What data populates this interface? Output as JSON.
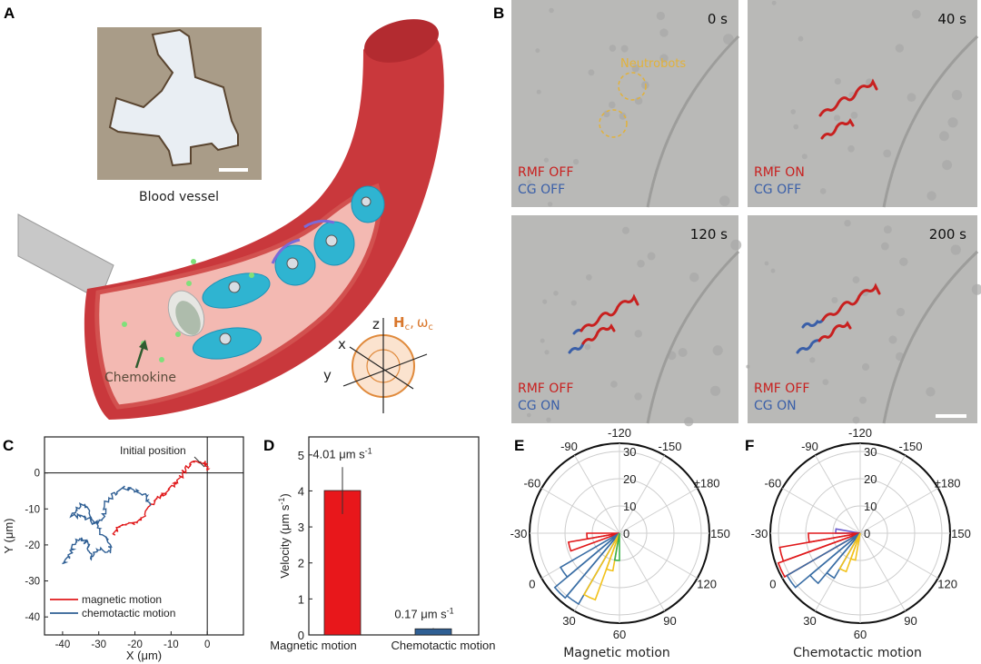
{
  "panel_labels": {
    "a": "A",
    "b": "B",
    "c": "C",
    "d": "D",
    "e": "E",
    "f": "F"
  },
  "panel_a": {
    "inset_caption": "Blood vessel",
    "chemokine_label": "Chemokine",
    "axis_z": "z",
    "axis_x": "x",
    "axis_y": "y",
    "field_H": "H",
    "field_H_sub": "c",
    "field_sep": ",",
    "field_omega": "ω",
    "field_omega_sub": "c"
  },
  "panel_b": {
    "frames": [
      {
        "time": "0 s",
        "rmf": "RMF OFF",
        "cg": "CG OFF"
      },
      {
        "time": "40 s",
        "rmf": "RMF ON",
        "cg": "CG OFF"
      },
      {
        "time": "120 s",
        "rmf": "RMF OFF",
        "cg": "CG ON"
      },
      {
        "time": "200 s",
        "rmf": "RMF OFF",
        "cg": "CG ON"
      }
    ],
    "neutrobots_label": "Neutrobots",
    "colors": {
      "rmf": "#c8201f",
      "cg": "#3a5fa8",
      "neutrobots": "#e2b23a"
    }
  },
  "chart_data": [
    {
      "type": "line",
      "panel": "C",
      "xlabel": "X (μm)",
      "ylabel": "Y (μm)",
      "xlim": [
        -45,
        10
      ],
      "ylim": [
        -45,
        10
      ],
      "xticks": [
        -40,
        -30,
        -20,
        -10,
        0
      ],
      "yticks": [
        0,
        -10,
        -20,
        -30,
        -40
      ],
      "annotation": "Initial position",
      "legend_position": "bottom-left",
      "series": [
        {
          "name": "magnetic motion",
          "color": "#e0191b",
          "points": [
            [
              0,
              1
            ],
            [
              -1,
              3
            ],
            [
              -4,
              3
            ],
            [
              -6,
              1
            ],
            [
              -8,
              -2
            ],
            [
              -10,
              -4
            ],
            [
              -12,
              -6
            ],
            [
              -14,
              -7
            ],
            [
              -16,
              -9
            ],
            [
              -18,
              -13
            ],
            [
              -21,
              -14
            ],
            [
              -24,
              -15
            ],
            [
              -26,
              -17
            ]
          ]
        },
        {
          "name": "chemotactic motion",
          "color": "#2f5f94",
          "points": [
            [
              -16,
              -9
            ],
            [
              -17,
              -6
            ],
            [
              -20,
              -5
            ],
            [
              -23,
              -4
            ],
            [
              -26,
              -6
            ],
            [
              -28,
              -8
            ],
            [
              -29,
              -13
            ],
            [
              -31,
              -14
            ],
            [
              -33,
              -9
            ],
            [
              -35,
              -9
            ],
            [
              -38,
              -12
            ],
            [
              -34,
              -12
            ],
            [
              -31,
              -14
            ],
            [
              -29,
              -17
            ],
            [
              -27,
              -19
            ],
            [
              -27,
              -22
            ],
            [
              -30,
              -21
            ],
            [
              -32,
              -24
            ],
            [
              -33,
              -20
            ],
            [
              -35,
              -18
            ],
            [
              -37,
              -20
            ],
            [
              -38,
              -23
            ],
            [
              -40,
              -25
            ]
          ]
        }
      ]
    },
    {
      "type": "bar",
      "panel": "D",
      "categories": [
        "Magnetic motion",
        "Chemotactic motion"
      ],
      "values": [
        4.01,
        0.17
      ],
      "errors": [
        0.65,
        0.02
      ],
      "data_labels": [
        "4.01 μm s",
        "0.17 μm s"
      ],
      "data_label_sup": "-1",
      "colors": [
        "#e8171b",
        "#2f5f94"
      ],
      "ylabel": "Velocity (μm s",
      "ylabel_sup": "-1",
      "ylabel_end": ")",
      "ylim": [
        0,
        5.5
      ],
      "yticks": [
        0,
        1,
        2,
        3,
        4,
        5
      ]
    },
    {
      "type": "polar-histogram",
      "panel": "E",
      "title": "Magnetic motion",
      "angle_labels": [
        "-120",
        "-150",
        "±180",
        "150",
        "120",
        "90",
        "60",
        "30",
        "0",
        "-30",
        "-60",
        "-90"
      ],
      "angle_values": [
        -120,
        -150,
        180,
        150,
        120,
        90,
        60,
        30,
        0,
        -30,
        -60,
        -90
      ],
      "radial_ticks": [
        0,
        10,
        20,
        30
      ],
      "rlim": [
        0,
        33
      ],
      "bins": [
        {
          "from": -30,
          "to": -20,
          "count": 12,
          "color": "#e0191b"
        },
        {
          "from": -20,
          "to": -10,
          "count": 19,
          "color": "#e0191b"
        },
        {
          "from": 0,
          "to": 10,
          "count": 25,
          "color": "#3a6ea5"
        },
        {
          "from": 10,
          "to": 20,
          "count": 31,
          "color": "#3a6ea5"
        },
        {
          "from": 20,
          "to": 30,
          "count": 30,
          "color": "#3a6ea5"
        },
        {
          "from": 30,
          "to": 40,
          "count": 26,
          "color": "#f2c21b"
        },
        {
          "from": 40,
          "to": 50,
          "count": 14,
          "color": "#f2c21b"
        },
        {
          "from": 50,
          "to": 60,
          "count": 10,
          "color": "#3cb04a"
        }
      ]
    },
    {
      "type": "polar-histogram",
      "panel": "F",
      "title": "Chemotactic motion",
      "angle_labels": [
        "-120",
        "-150",
        "±180",
        "150",
        "120",
        "90",
        "60",
        "30",
        "0",
        "-30",
        "-60",
        "-90"
      ],
      "angle_values": [
        -120,
        -150,
        180,
        150,
        120,
        90,
        60,
        30,
        0,
        -30,
        -60,
        -90
      ],
      "radial_ticks": [
        0,
        10,
        20,
        30
      ],
      "rlim": [
        0,
        33
      ],
      "bins": [
        {
          "from": -40,
          "to": -30,
          "count": 9,
          "color": "#6a5acd"
        },
        {
          "from": -30,
          "to": -20,
          "count": 19,
          "color": "#e0191b"
        },
        {
          "from": -20,
          "to": -10,
          "count": 30,
          "color": "#e0191b"
        },
        {
          "from": -10,
          "to": 0,
          "count": 32,
          "color": "#e0191b"
        },
        {
          "from": 0,
          "to": 10,
          "count": 31,
          "color": "#3a6ea5"
        },
        {
          "from": 10,
          "to": 20,
          "count": 24,
          "color": "#3a6ea5"
        },
        {
          "from": 20,
          "to": 30,
          "count": 19,
          "color": "#3a6ea5"
        },
        {
          "from": 30,
          "to": 40,
          "count": 15,
          "color": "#f2c21b"
        },
        {
          "from": 40,
          "to": 50,
          "count": 10,
          "color": "#f2c21b"
        }
      ]
    }
  ]
}
